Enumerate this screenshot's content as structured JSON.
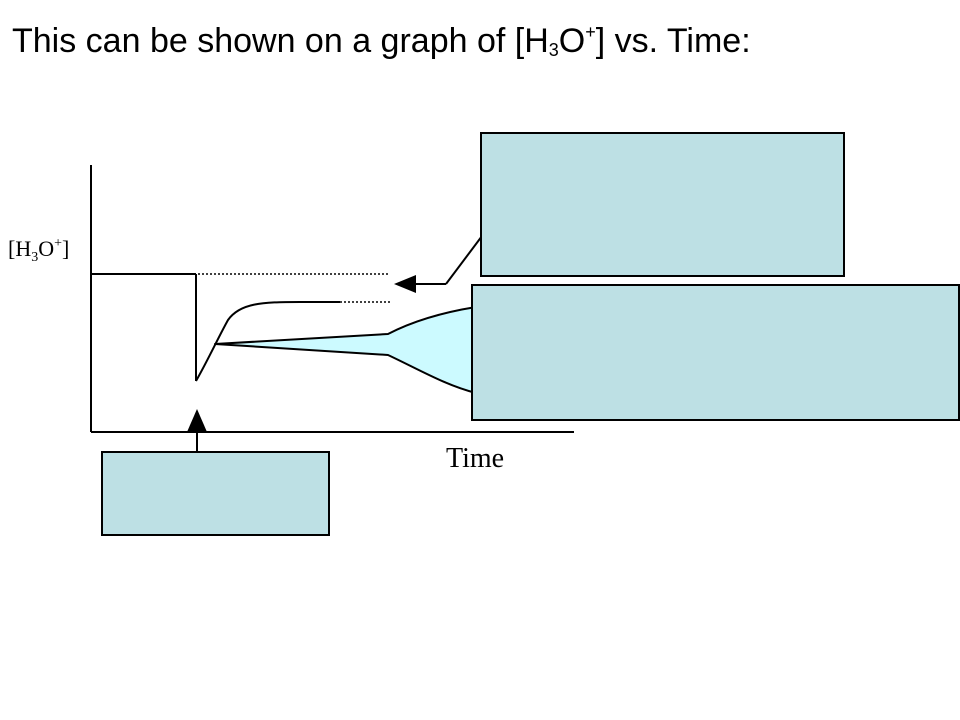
{
  "slide": {
    "title_pre": "This can be shown on a graph of [H",
    "title_sub": "3",
    "title_mid": "O",
    "title_sup": "+",
    "title_post": "] vs. Time:"
  },
  "graph": {
    "y_label_pre": "[H",
    "y_label_sub": "3",
    "y_label_mid": "O",
    "y_label_sup": "+",
    "y_label_post": "]",
    "x_label": "Time"
  },
  "colors": {
    "box_fill": "#bde0e4",
    "wedge_fill": "#ccfaff",
    "ink": "#000000"
  }
}
